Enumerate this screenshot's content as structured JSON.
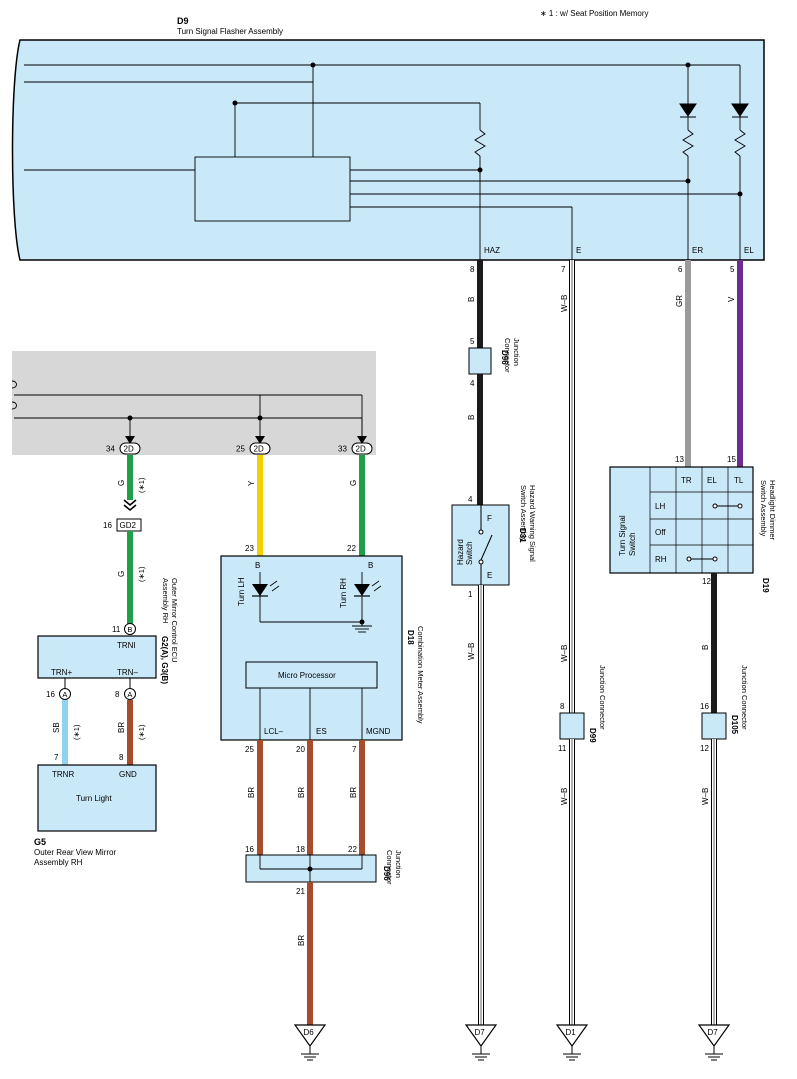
{
  "note": "∗ 1 : w/ Seat Position Memory",
  "colors": {
    "box_fill": "#c9e8f8",
    "gray_fill": "#d7d7d7",
    "wire_black": "#1a1a1a",
    "wire_gray": "#9a9a9a",
    "wire_violet": "#6b2d8e",
    "wire_green": "#1fa048",
    "wire_yellow": "#f5d000",
    "wire_skyblue": "#8fd3f0",
    "wire_brown": "#a64d2e",
    "wire_white": "#ffffff"
  },
  "d9": {
    "code": "D9",
    "name": "Turn Signal Flasher Assembly",
    "pins": [
      {
        "label": "HAZ",
        "pin": "8",
        "wire": "B"
      },
      {
        "label": "E",
        "pin": "7",
        "wire": "W–B"
      },
      {
        "label": "ER",
        "pin": "6",
        "wire": "GR"
      },
      {
        "label": "EL",
        "pin": "5",
        "wire": "V"
      }
    ]
  },
  "d96_top": {
    "code": "D96",
    "name": "Junction\nConnector",
    "pin_top": "5",
    "pin_bottom": "4",
    "wire_below": "B"
  },
  "d31": {
    "code": "D31",
    "name": "Hazard Warning Signal\nSwitch Assembly",
    "switch_label": "Hazard\nSwitch",
    "pin_top": "4",
    "pin_bottom": "1",
    "f_label": "F",
    "e_label": "E",
    "wire_below": "W–B"
  },
  "d99": {
    "code": "D99",
    "name": "Junction Connector",
    "pin_top": "8",
    "pin_bottom": "11",
    "wire_above": "W–B",
    "wire_below": "W–B"
  },
  "d19": {
    "code": "D19",
    "name": "Headlight Dimmer\nSwitch Assembly",
    "switch_label": "Turn Signal\nSwitch",
    "pin_tr": "13",
    "pin_tl": "15",
    "pin_bottom": "12",
    "cols": [
      "TR",
      "EL",
      "TL"
    ],
    "rows": [
      "LH",
      "Off",
      "RH"
    ],
    "wire_below": "B"
  },
  "d105": {
    "code": "D105",
    "name": "Junction Connector",
    "pin_top": "16",
    "pin_bottom": "12",
    "wire_below": "W–B"
  },
  "gray_conn": {
    "pins": [
      {
        "pin": "34",
        "code": "2D",
        "wire": "G",
        "note": "(∗1)"
      },
      {
        "pin": "25",
        "code": "2D",
        "wire": "Y"
      },
      {
        "pin": "33",
        "code": "2D",
        "wire": "G"
      }
    ]
  },
  "gd2": {
    "pin": "16",
    "code": "GD2",
    "wire": "G",
    "note": "(∗1)"
  },
  "g2": {
    "code": "G2(A), G3(B)",
    "name": "Outer Mirror Control ECU\nAssembly RH",
    "trni_pin": "11",
    "trni_tag": "B",
    "trni_label": "TRNI",
    "trnp_label": "TRN+",
    "trnm_label": "TRN–",
    "trnp_pin": "16",
    "trnp_tag": "A",
    "trnm_pin": "8",
    "trnm_tag": "A",
    "wire_sb": "SB",
    "wire_br": "BR",
    "note": "(∗1)"
  },
  "g5": {
    "code": "G5",
    "name": "Outer Rear View Mirror\nAssembly RH",
    "title": "Turn Light",
    "trnr_label": "TRNR",
    "gnd_label": "GND",
    "trnr_pin": "7",
    "gnd_pin": "8"
  },
  "d18": {
    "code": "D18",
    "name": "Combination Meter Assembly",
    "pin_lh": "23",
    "pin_rh": "22",
    "b_label": "B",
    "turn_lh": "Turn LH",
    "turn_rh": "Turn RH",
    "mp_label": "Micro Processor",
    "bottom_labels": [
      "LCL–",
      "ES",
      "MGND"
    ],
    "bottom_pins": [
      "25",
      "20",
      "7"
    ],
    "wire_br": "BR"
  },
  "d96_bottom": {
    "code": "D96",
    "name": "Junction\nConnector",
    "pins_top": [
      "16",
      "18",
      "22"
    ],
    "pin_bottom": "21",
    "wire_below": "BR"
  },
  "grounds": [
    "D6",
    "D7",
    "D1",
    "D7"
  ]
}
